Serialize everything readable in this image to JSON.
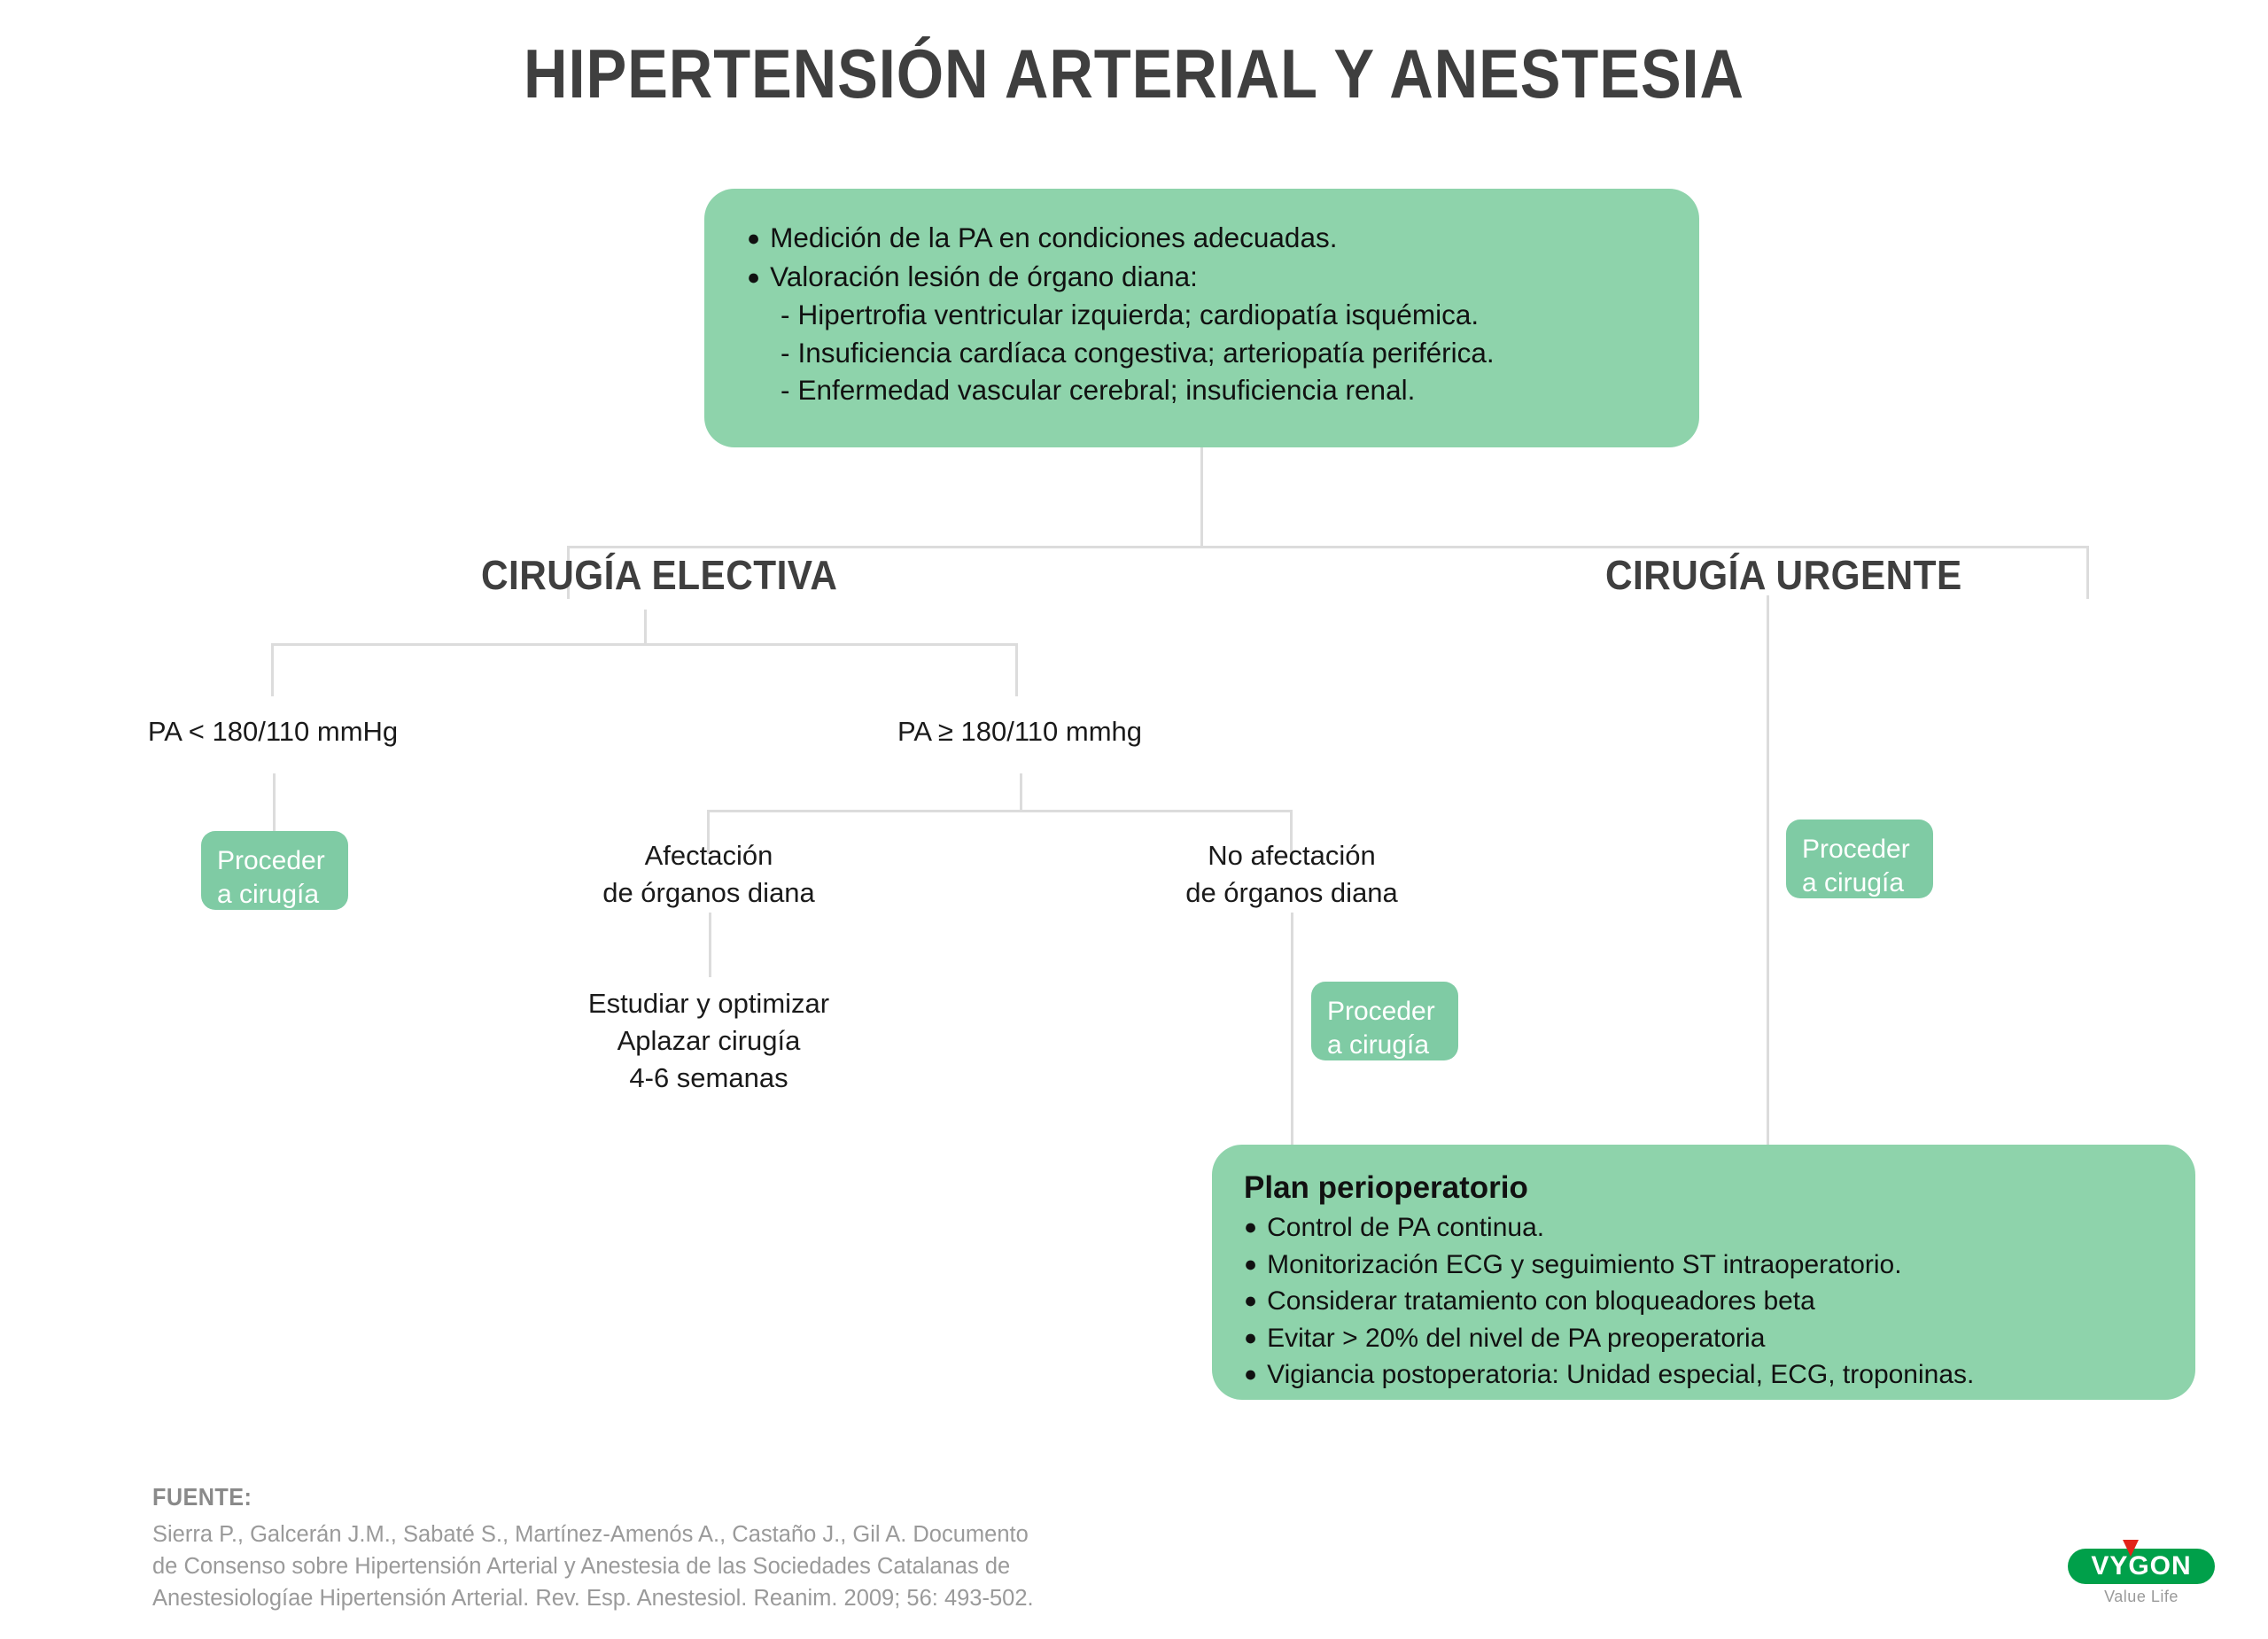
{
  "title": "HIPERTENSIÓN ARTERIAL Y ANESTESIA",
  "top_panel": {
    "lines": [
      "Medición de la PA en condiciones adecuadas.",
      "Valoración lesión de órgano diana:"
    ],
    "sub_lines": [
      "Hipertrofia ventricular izquierda; cardiopatía isquémica.",
      "Insuficiencia cardíaca congestiva; arteriopatía periférica.",
      "Enfermedad vascular cerebral; insuficiencia renal."
    ]
  },
  "branches": {
    "electiva": "CIRUGÍA ELECTIVA",
    "urgente": "CIRUGÍA URGENTE"
  },
  "nodes": {
    "pa_low": "PA < 180/110 mmHg",
    "pa_high": "PA ≥ 180/110 mmhg",
    "afectacion": "Afectación\nde órganos diana",
    "no_afectacion": "No afectación\nde órganos diana",
    "estudiar": "Estudiar y optimizar\nAplazar cirugía\n4-6 semanas"
  },
  "pills": {
    "proceder_left": "Proceder\na cirugía",
    "proceder_middle": "Proceder\na cirugía",
    "proceder_right": "Proceder\na cirugía"
  },
  "plan_panel": {
    "heading": "Plan perioperatorio",
    "bullets": [
      "Control de PA continua.",
      "Monitorización ECG y seguimiento ST intraoperatorio.",
      "Considerar tratamiento con bloqueadores beta",
      "Evitar  > 20% del nivel de PA preoperatoria",
      "Vigiancia postoperatoria: Unidad especial, ECG, troponinas."
    ]
  },
  "footer": {
    "label": "FUENTE:",
    "text": "Sierra P., Galcerán J.M., Sabaté S., Martínez-Amenós A., Castaño J., Gil A. Documento\nde Consenso sobre Hipertensión Arterial y Anestesia de las Sociedades Catalanas de\nAnestesiologíae Hipertensión Arterial. Rev. Esp. Anestesiol. Reanim. 2009; 56: 493-502."
  },
  "logo": {
    "word": "VYGON",
    "tagline": "Value Life"
  },
  "bullet_glyph": "●",
  "dash_glyph": "-",
  "colors": {
    "panel_green": "#8ed3ab",
    "pill_green": "#7fcba4",
    "line_gray": "#dcdcdc",
    "title_gray": "#3f3f3f",
    "logo_green": "#00a04a",
    "logo_red": "#e2231a"
  }
}
